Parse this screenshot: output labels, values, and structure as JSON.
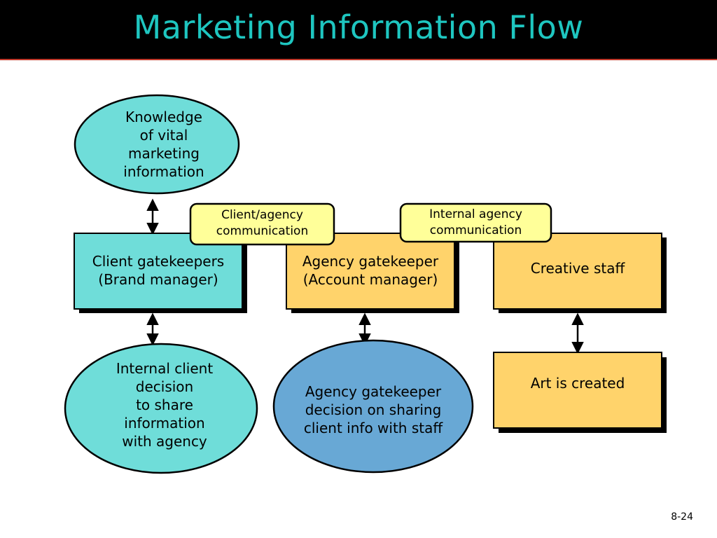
{
  "slide": {
    "title": "Marketing Information Flow",
    "number": "8-24"
  },
  "colors": {
    "cyan": "#6fddd9",
    "orange": "#ffd36b",
    "blue": "#68a8d5",
    "yellow_note": "#ffff99",
    "title_text": "#1ec6c0"
  },
  "nodes": {
    "knowledge": "Knowledge\nof vital\nmarketing\ninformation",
    "client_gatekeepers": "Client gatekeepers\n(Brand manager)",
    "agency_gatekeeper": "Agency gatekeeper\n(Account manager)",
    "creative_staff": "Creative staff",
    "internal_client_decision": "Internal client\ndecision\nto share\ninformation\nwith agency",
    "agency_decision": "Agency gatekeeper\ndecision on sharing\nclient info with staff",
    "art_created": "Art is created"
  },
  "notes": {
    "client_agency": "Client/agency\ncommunication",
    "internal_agency": "Internal agency\ncommunication"
  }
}
